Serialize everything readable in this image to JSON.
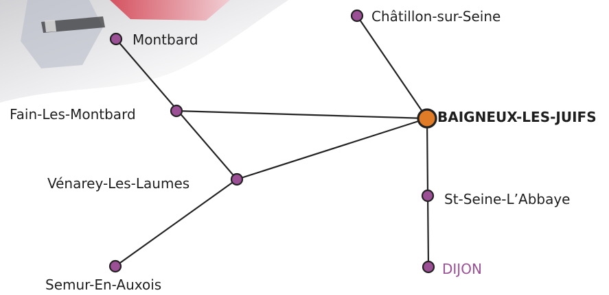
{
  "stations": {
    "chatillon": "Châtillon-sur-Seine",
    "montbard": "Montbard",
    "baigneux": "BAIGNEUX-LES-JUIFS",
    "fain": "Fain-Les-Montbard",
    "venarey": "Vénarey-Les-Laumes",
    "stseine": "St-Seine-L’Abbaye",
    "dijon": "DIJON",
    "semur": "Semur-En-Auxois"
  },
  "colors": {
    "node": "#9b4f95",
    "hub": "#e07b28",
    "outline": "#222222",
    "line": "#222222",
    "text": "#1e1e1e",
    "dijon_text": "#9b4f95"
  }
}
